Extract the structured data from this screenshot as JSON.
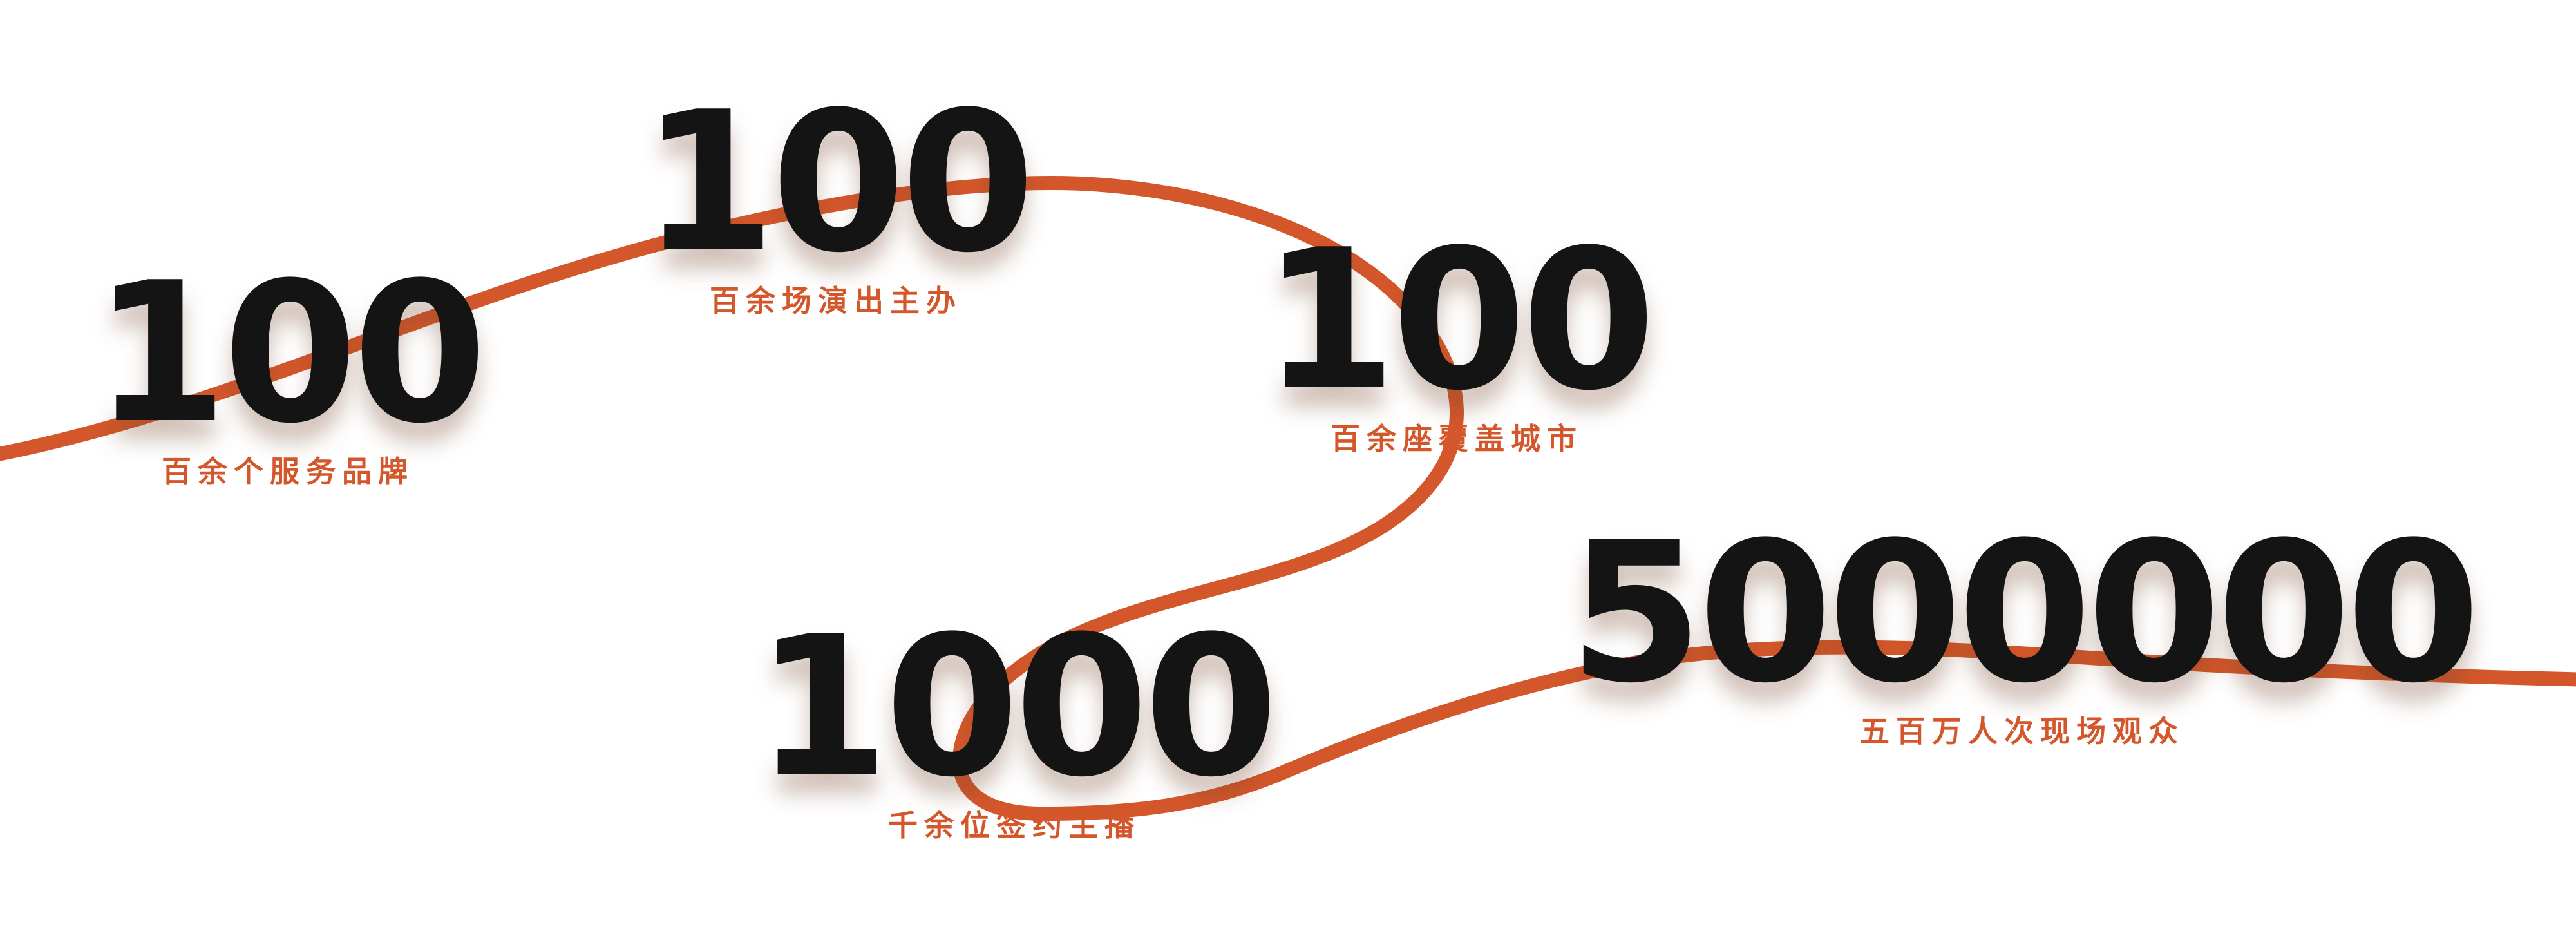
{
  "page": {
    "background_color": "#ffffff",
    "accent_color": "#d4572b",
    "number_color": "#141414"
  },
  "curve": {
    "color": "#d4572b",
    "description": "winding-path-line"
  },
  "stats": [
    {
      "value": "100",
      "label": "百余个服务品牌"
    },
    {
      "value": "100",
      "label": "百余场演出主办"
    },
    {
      "value": "100",
      "label": "百余座覆盖城市"
    },
    {
      "value": "1000",
      "label": "千余位签约主播"
    },
    {
      "value": "5000000",
      "label": "五百万人次现场观众"
    }
  ]
}
